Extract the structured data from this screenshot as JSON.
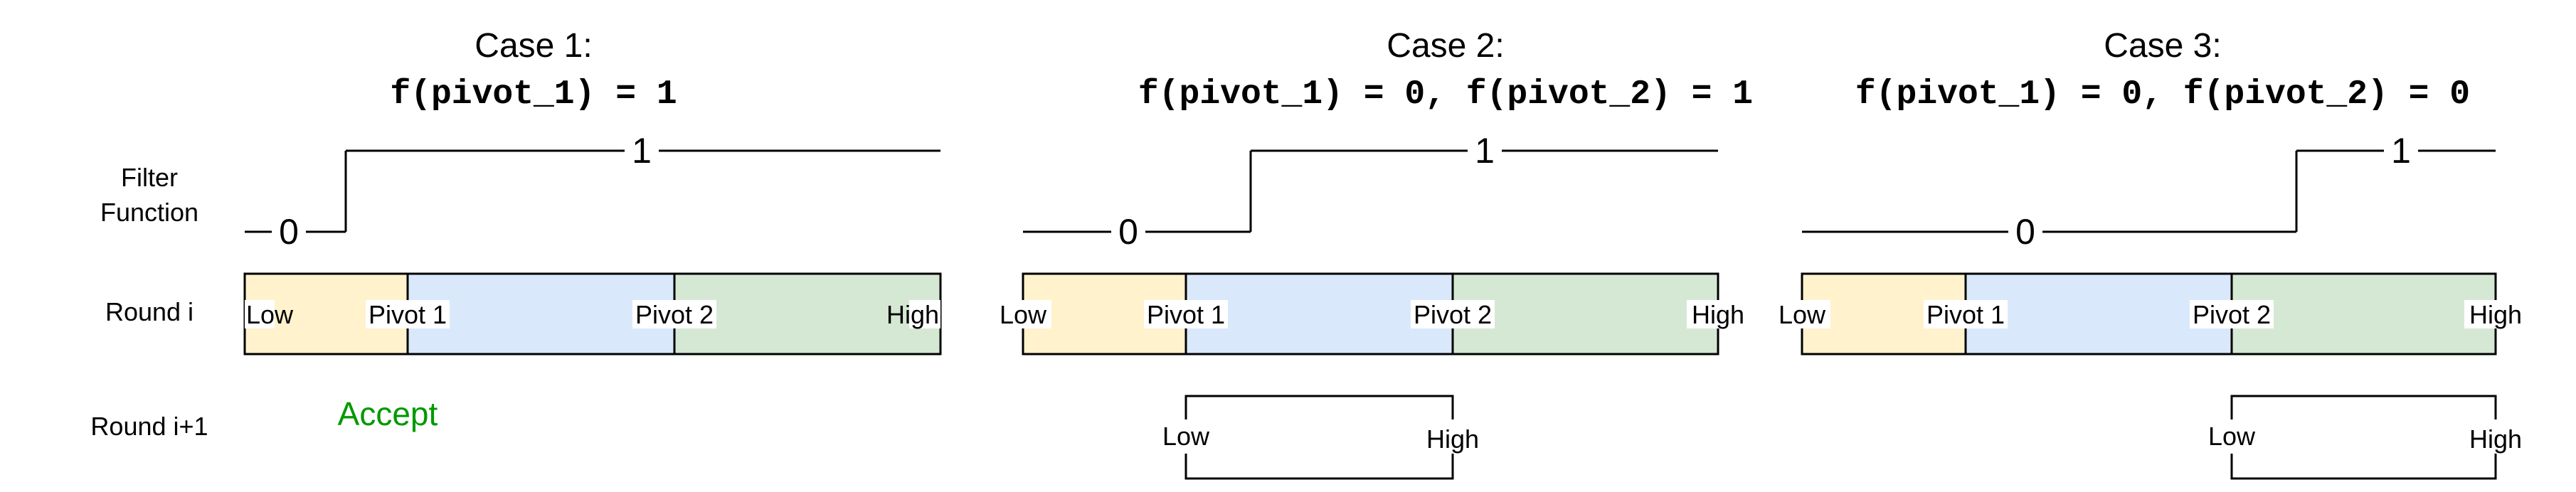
{
  "row_labels": {
    "filter_function": [
      "Filter",
      "Function"
    ],
    "round_i": "Round i",
    "round_next": "Round i+1"
  },
  "segment_labels": {
    "low": "Low",
    "pivot1": "Pivot 1",
    "pivot2": "Pivot 2",
    "high": "High"
  },
  "step_values": {
    "zero": "0",
    "one": "1"
  },
  "colors": {
    "segment_low": "#fff2cc",
    "segment_mid": "#dae8fc",
    "segment_high": "#d5e8d4",
    "accept": "#009900",
    "line": "#000000"
  },
  "cases": [
    {
      "title": "Case 1:",
      "condition": "f(pivot_1) = 1",
      "step_at": "pivot1",
      "next_round": {
        "kind": "text",
        "text": "Accept"
      }
    },
    {
      "title": "Case 2:",
      "condition": "f(pivot_1) = 0, f(pivot_2) = 1",
      "step_at": "pivot2",
      "next_round": {
        "kind": "range",
        "low": "Low",
        "high": "High"
      }
    },
    {
      "title": "Case 3:",
      "condition": "f(pivot_1) = 0, f(pivot_2) = 0",
      "step_at": "high",
      "next_round": {
        "kind": "range",
        "low": "Low",
        "high": "High"
      }
    }
  ]
}
